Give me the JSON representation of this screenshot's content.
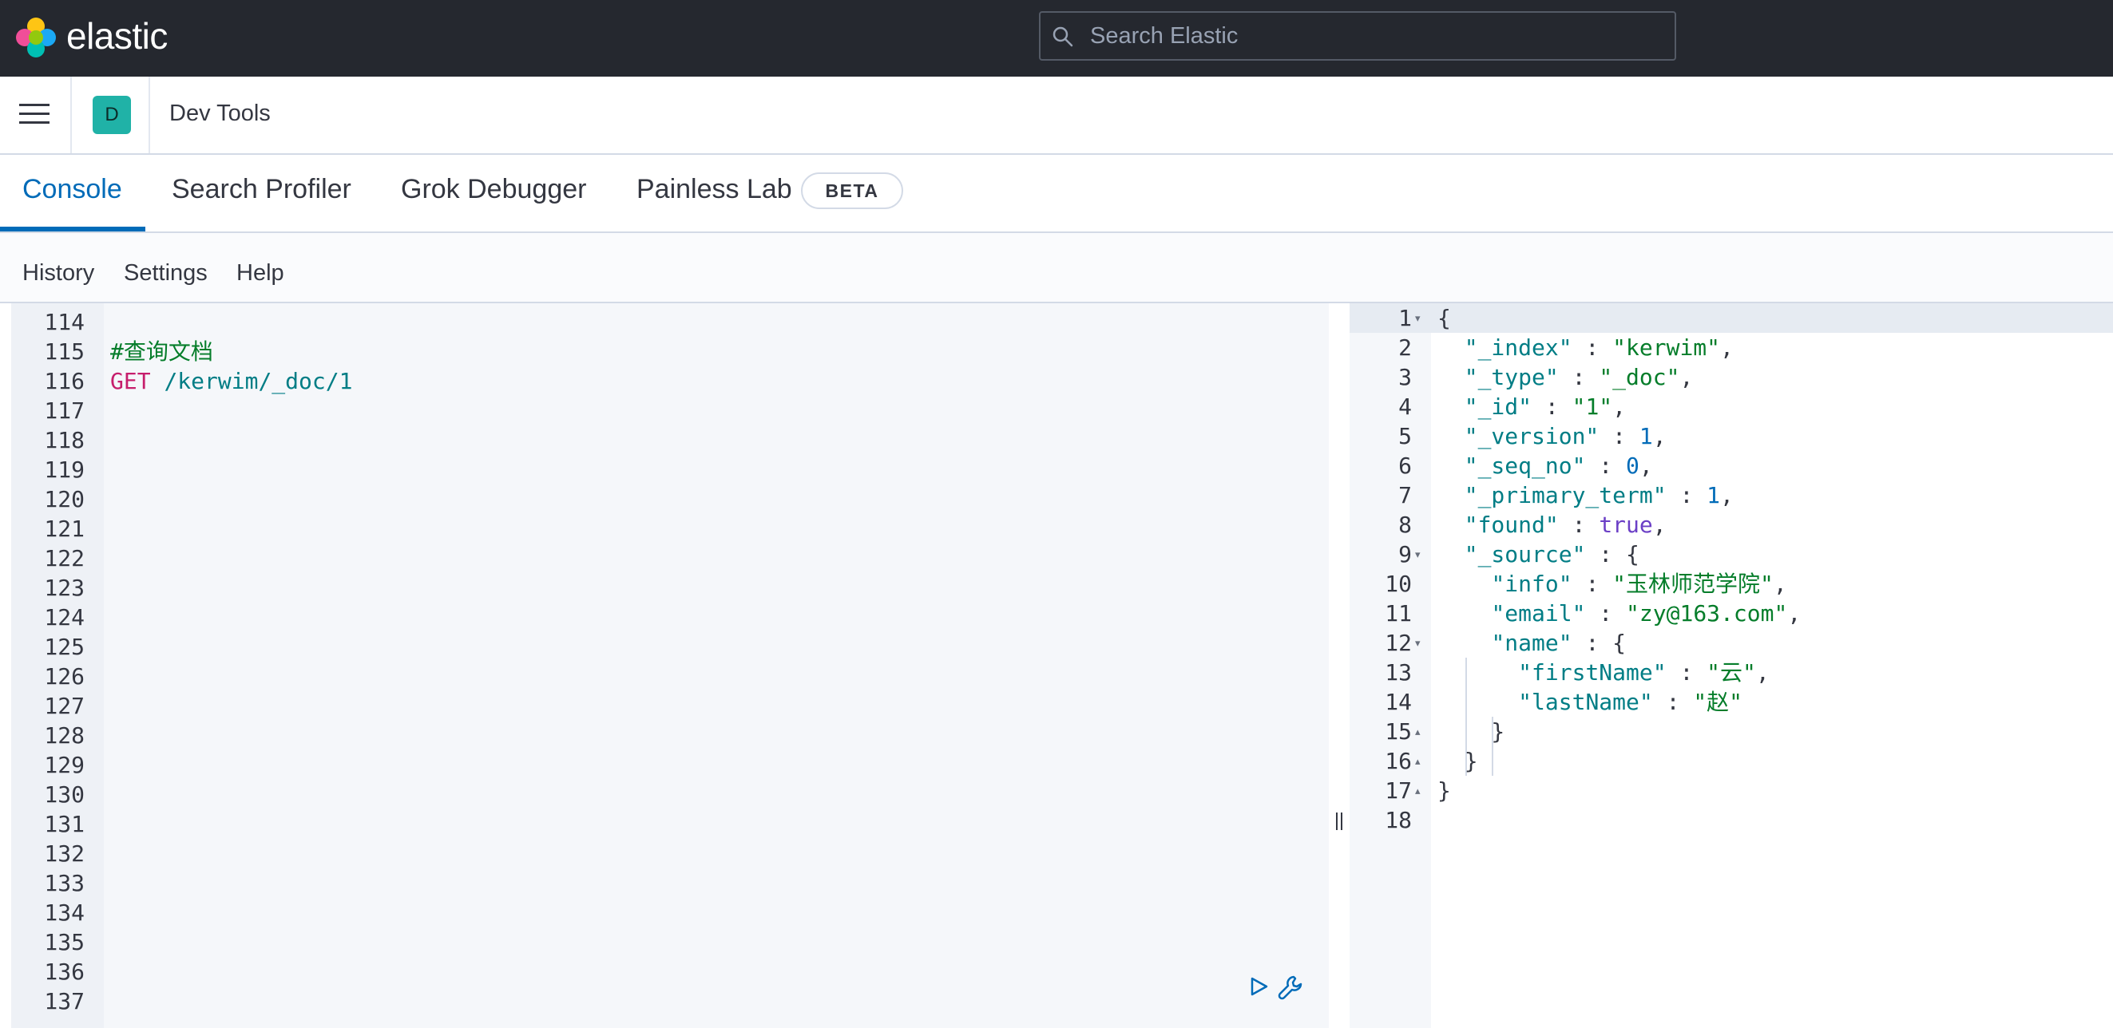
{
  "topbar": {
    "brand": "elastic",
    "search_placeholder": "Search Elastic"
  },
  "header": {
    "space_initial": "D",
    "breadcrumb": "Dev Tools"
  },
  "tabs": [
    {
      "label": "Console",
      "active": true
    },
    {
      "label": "Search Profiler",
      "active": false
    },
    {
      "label": "Grok Debugger",
      "active": false
    },
    {
      "label": "Painless Lab",
      "active": false,
      "badge": "BETA"
    }
  ],
  "subnav": [
    "History",
    "Settings",
    "Help"
  ],
  "editor": {
    "line_numbers": [
      "114",
      "115",
      "116",
      "117",
      "118",
      "119",
      "120",
      "121",
      "122",
      "123",
      "124",
      "125",
      "126",
      "127",
      "128",
      "129",
      "130",
      "131",
      "132",
      "133",
      "134",
      "135",
      "136",
      "137"
    ],
    "comment": "#查询文档",
    "method": "GET",
    "path": "/kerwim/_doc/1"
  },
  "output": {
    "line_numbers": [
      "1",
      "2",
      "3",
      "4",
      "5",
      "6",
      "7",
      "8",
      "9",
      "10",
      "11",
      "12",
      "13",
      "14",
      "15",
      "16",
      "17",
      "18"
    ],
    "lines": [
      {
        "parts": [
          {
            "t": "{",
            "c": "punc"
          }
        ]
      },
      {
        "parts": [
          {
            "t": "  "
          },
          {
            "t": "\"_index\"",
            "c": "key"
          },
          {
            "t": " : ",
            "c": "punc"
          },
          {
            "t": "\"kerwim\"",
            "c": "str"
          },
          {
            "t": ",",
            "c": "punc"
          }
        ]
      },
      {
        "parts": [
          {
            "t": "  "
          },
          {
            "t": "\"_type\"",
            "c": "key"
          },
          {
            "t": " : ",
            "c": "punc"
          },
          {
            "t": "\"_doc\"",
            "c": "str"
          },
          {
            "t": ",",
            "c": "punc"
          }
        ]
      },
      {
        "parts": [
          {
            "t": "  "
          },
          {
            "t": "\"_id\"",
            "c": "key"
          },
          {
            "t": " : ",
            "c": "punc"
          },
          {
            "t": "\"1\"",
            "c": "str"
          },
          {
            "t": ",",
            "c": "punc"
          }
        ]
      },
      {
        "parts": [
          {
            "t": "  "
          },
          {
            "t": "\"_version\"",
            "c": "key"
          },
          {
            "t": " : ",
            "c": "punc"
          },
          {
            "t": "1",
            "c": "num"
          },
          {
            "t": ",",
            "c": "punc"
          }
        ]
      },
      {
        "parts": [
          {
            "t": "  "
          },
          {
            "t": "\"_seq_no\"",
            "c": "key"
          },
          {
            "t": " : ",
            "c": "punc"
          },
          {
            "t": "0",
            "c": "num"
          },
          {
            "t": ",",
            "c": "punc"
          }
        ]
      },
      {
        "parts": [
          {
            "t": "  "
          },
          {
            "t": "\"_primary_term\"",
            "c": "key"
          },
          {
            "t": " : ",
            "c": "punc"
          },
          {
            "t": "1",
            "c": "num"
          },
          {
            "t": ",",
            "c": "punc"
          }
        ]
      },
      {
        "parts": [
          {
            "t": "  "
          },
          {
            "t": "\"found\"",
            "c": "key"
          },
          {
            "t": " : ",
            "c": "punc"
          },
          {
            "t": "true",
            "c": "bool"
          },
          {
            "t": ",",
            "c": "punc"
          }
        ]
      },
      {
        "parts": [
          {
            "t": "  "
          },
          {
            "t": "\"_source\"",
            "c": "key"
          },
          {
            "t": " : {",
            "c": "punc"
          }
        ]
      },
      {
        "parts": [
          {
            "t": "    "
          },
          {
            "t": "\"info\"",
            "c": "key"
          },
          {
            "t": " : ",
            "c": "punc"
          },
          {
            "t": "\"玉林师范学院\"",
            "c": "str"
          },
          {
            "t": ",",
            "c": "punc"
          }
        ]
      },
      {
        "parts": [
          {
            "t": "    "
          },
          {
            "t": "\"email\"",
            "c": "key"
          },
          {
            "t": " : ",
            "c": "punc"
          },
          {
            "t": "\"zy@163.com\"",
            "c": "str"
          },
          {
            "t": ",",
            "c": "punc"
          }
        ]
      },
      {
        "parts": [
          {
            "t": "    "
          },
          {
            "t": "\"name\"",
            "c": "key"
          },
          {
            "t": " : {",
            "c": "punc"
          }
        ]
      },
      {
        "parts": [
          {
            "t": "      "
          },
          {
            "t": "\"firstName\"",
            "c": "key"
          },
          {
            "t": " : ",
            "c": "punc"
          },
          {
            "t": "\"云\"",
            "c": "str"
          },
          {
            "t": ",",
            "c": "punc"
          }
        ]
      },
      {
        "parts": [
          {
            "t": "      "
          },
          {
            "t": "\"lastName\"",
            "c": "key"
          },
          {
            "t": " : ",
            "c": "punc"
          },
          {
            "t": "\"赵\"",
            "c": "str"
          }
        ]
      },
      {
        "parts": [
          {
            "t": "    }",
            "c": "punc"
          }
        ]
      },
      {
        "parts": [
          {
            "t": "  }",
            "c": "punc"
          }
        ]
      },
      {
        "parts": [
          {
            "t": "}",
            "c": "punc"
          }
        ]
      },
      {
        "parts": []
      }
    ]
  },
  "colors": {
    "topbar": "#25282f",
    "accent": "#006bb8",
    "space_avatar": "#20b2a7"
  }
}
